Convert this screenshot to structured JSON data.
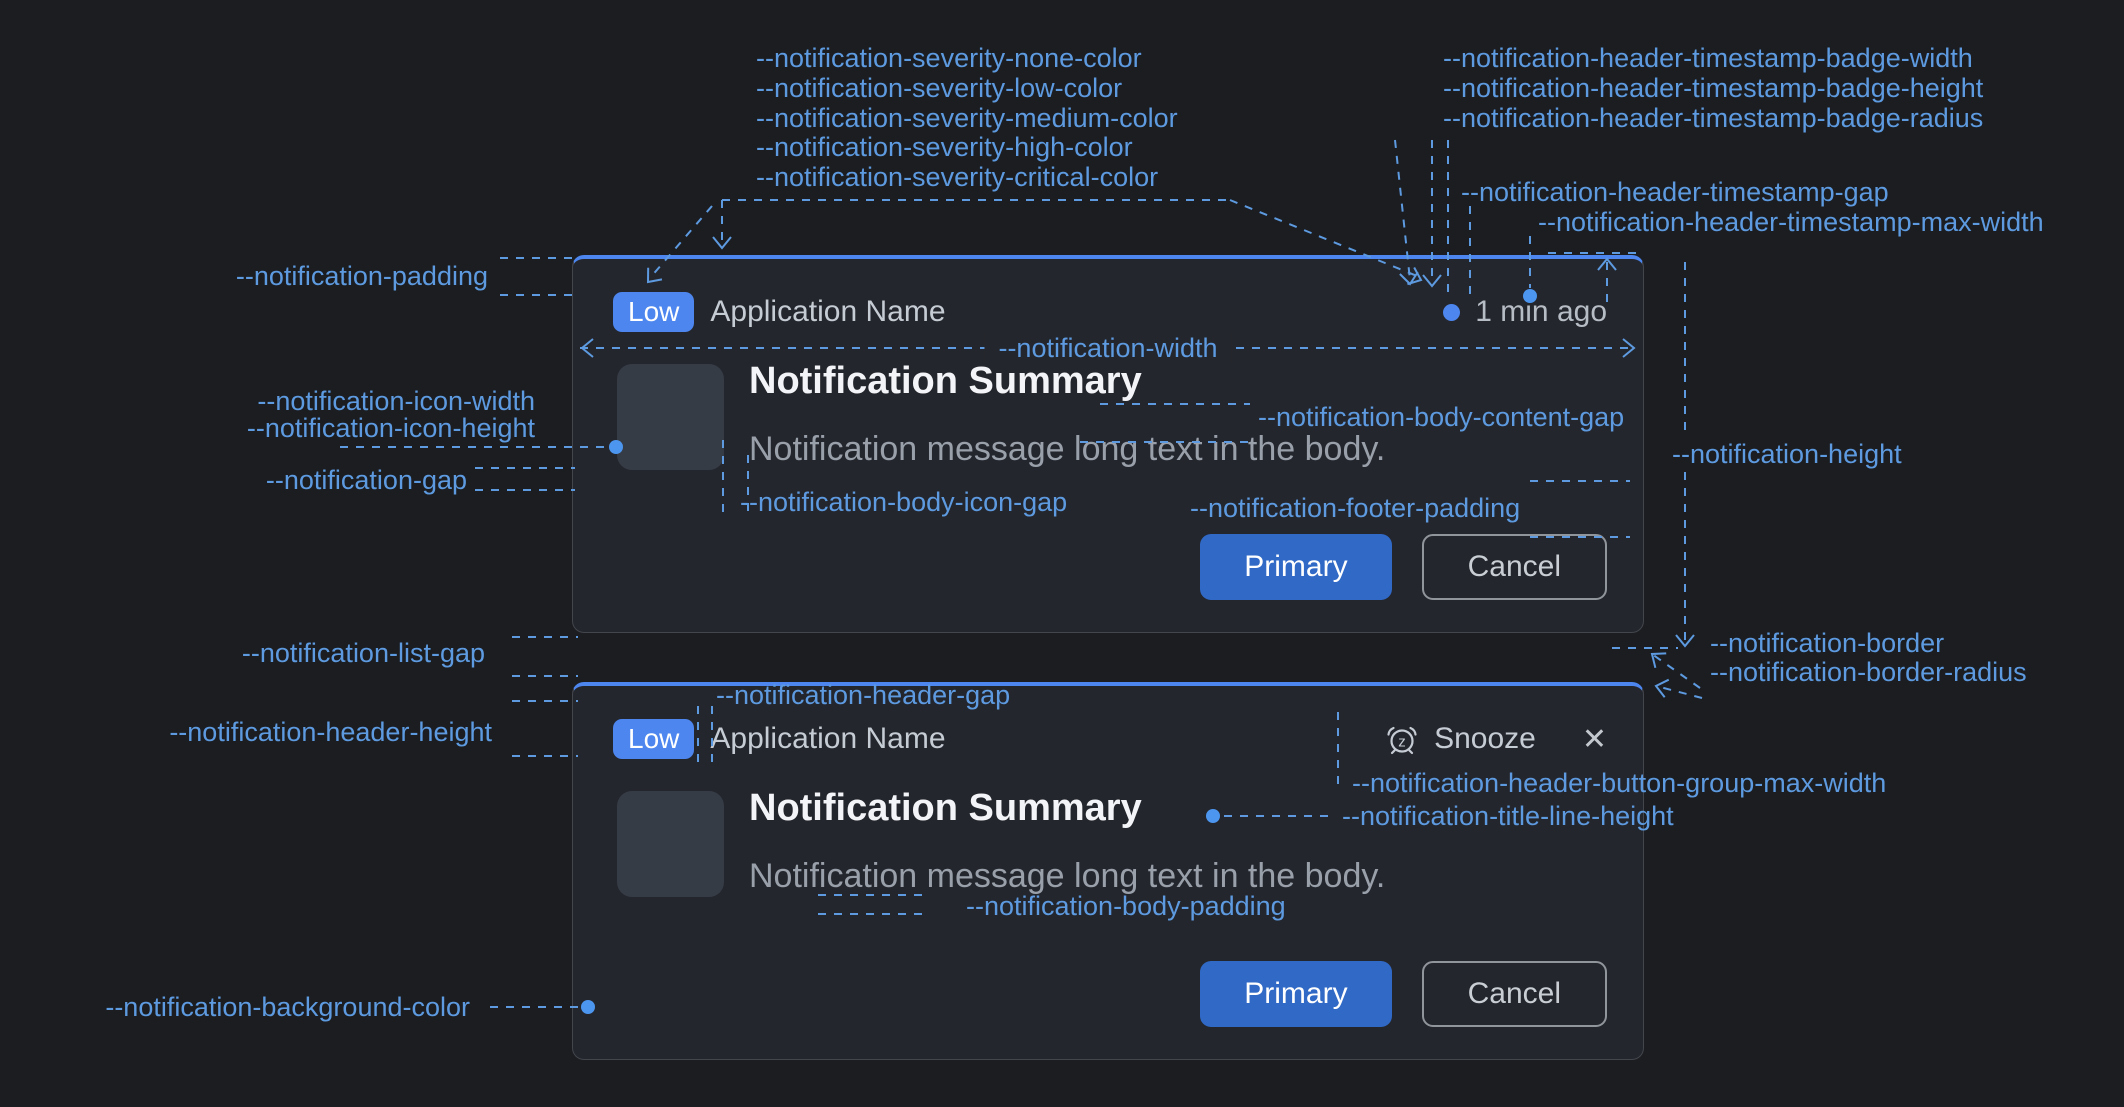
{
  "colors": {
    "page_background": "#1b1d21",
    "card_background": "#24262d",
    "card_border": "#43464d",
    "severity_low_accent": "#4c86ee",
    "annotation_blue": "#5d9ae0",
    "primary_button": "#3069c6",
    "title_text": "#f2f4f7",
    "message_text": "#99a0a9"
  },
  "annotations": {
    "severity_none": "--notification-severity-none-color",
    "severity_low": "--notification-severity-low-color",
    "severity_medium": "--notification-severity-medium-color",
    "severity_high": "--notification-severity-high-color",
    "severity_critical": "--notification-severity-critical-color",
    "timestamp_badge_width": "--notification-header-timestamp-badge-width",
    "timestamp_badge_height": "--notification-header-timestamp-badge-height",
    "timestamp_badge_radius": "--notification-header-timestamp-badge-radius",
    "timestamp_gap": "--notification-header-timestamp-gap",
    "timestamp_max_width": "--notification-header-timestamp-max-width",
    "padding": "--notification-padding",
    "icon_width": "--notification-icon-width",
    "icon_height": "--notification-icon-height",
    "gap": "--notification-gap",
    "width": "--notification-width",
    "body_content_gap": "--notification-body-content-gap",
    "height": "--notification-height",
    "body_icon_gap": "--notification-body-icon-gap",
    "footer_padding": "--notification-footer-padding",
    "list_gap": "--notification-list-gap",
    "header_gap": "--notification-header-gap",
    "header_height": "--notification-header-height",
    "border": "--notification-border",
    "border_radius": "--notification-border-radius",
    "header_button_group_max_width": "--notification-header-button-group-max-width",
    "title_line_height": "--notification-title-line-height",
    "body_padding": "--notification-body-padding",
    "background_color": "--notification-background-color"
  },
  "notification_1": {
    "severity": "Low",
    "app_name": "Application Name",
    "timestamp": "1 min ago",
    "title": "Notification Summary",
    "message": "Notification message long text in the body.",
    "primary_label": "Primary",
    "cancel_label": "Cancel"
  },
  "notification_2": {
    "severity": "Low",
    "app_name": "Application Name",
    "snooze_label": "Snooze",
    "close_glyph": "✕",
    "title": "Notification Summary",
    "message": "Notification message long text in the body.",
    "primary_label": "Primary",
    "cancel_label": "Cancel"
  }
}
